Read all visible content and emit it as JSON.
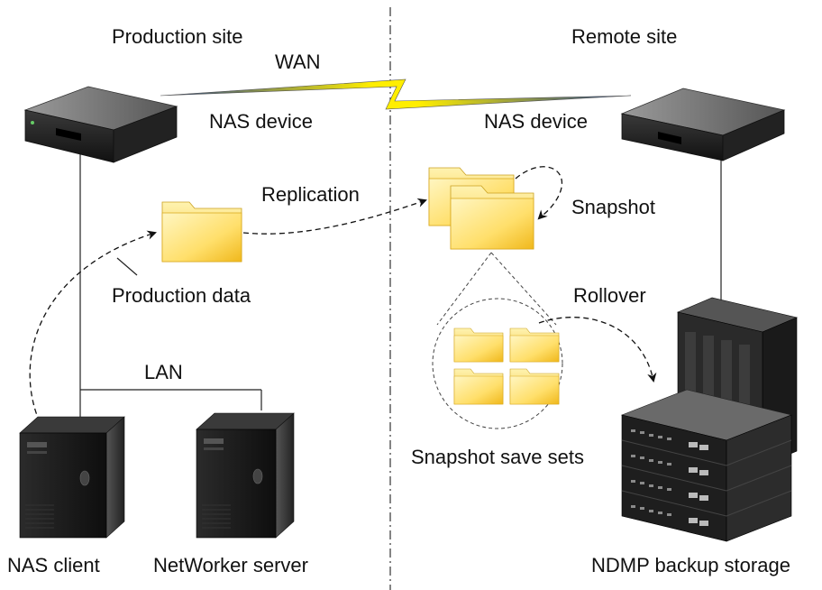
{
  "labels": {
    "production_site": "Production site",
    "remote_site": "Remote site",
    "wan": "WAN",
    "nas_device_left": "NAS device",
    "nas_device_right": "NAS device",
    "replication": "Replication",
    "snapshot": "Snapshot",
    "production_data": "Production data",
    "rollover": "Rollover",
    "lan": "LAN",
    "snapshot_save_sets": "Snapshot save sets",
    "nas_client": "NAS client",
    "networker_server": "NetWorker server",
    "ndmp_backup_storage": "NDMP backup storage"
  },
  "colors": {
    "folder_light": "#ffe98a",
    "folder_dark": "#f5c020",
    "wan_yellow": "#ffee00",
    "wan_blue": "#1f3f8f",
    "device_dark": "#1a1a1a",
    "line": "#222222"
  }
}
